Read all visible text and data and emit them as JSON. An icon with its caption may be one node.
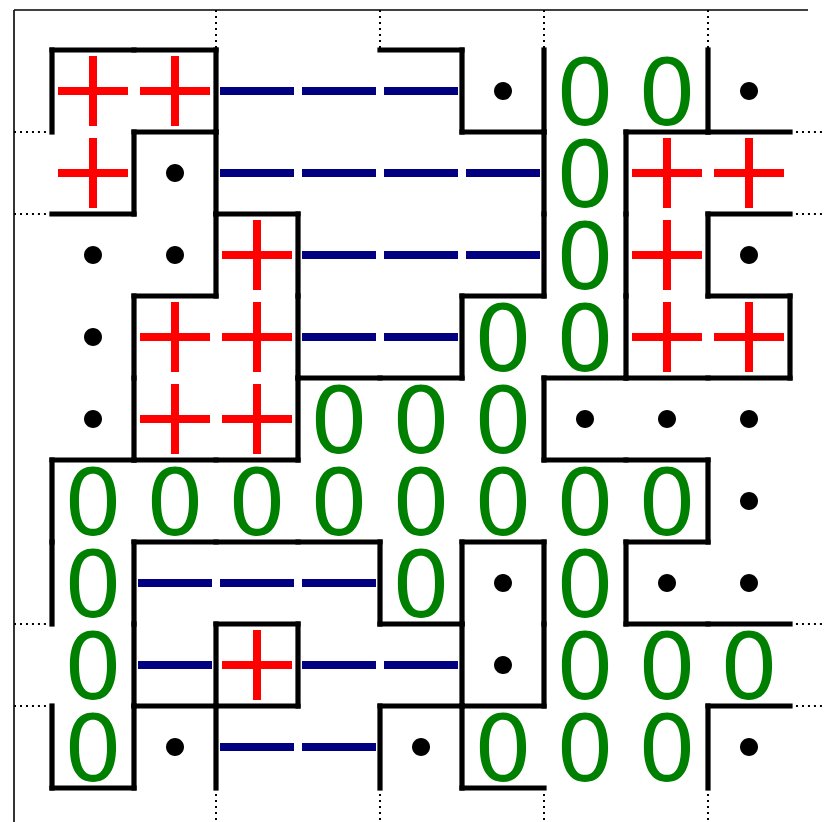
{
  "diagram": {
    "labels": [
      "0",
      "0",
      "0",
      "0",
      "0",
      "0",
      "0",
      "0",
      "0",
      "0",
      "0",
      "0",
      "0",
      "0",
      "0",
      "0",
      "0",
      "0",
      "0",
      "0",
      "0",
      "0",
      "0",
      "0",
      "0",
      "0",
      "0",
      "0"
    ]
  }
}
